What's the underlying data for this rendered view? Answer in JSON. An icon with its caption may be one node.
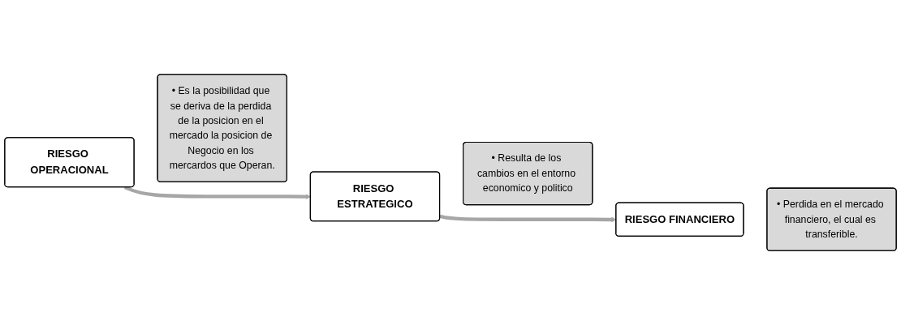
{
  "diagram": {
    "nodes": [
      {
        "text": [
          "RIESGO OPERACIONAL"
        ]
      },
      {
        "text": [
          "• Es la posibilidad que se deriva de la perdida de la posicion en el mercado la posicion de Negocio en los mercardos que Operan."
        ]
      },
      {
        "text": [
          "RIESGO ESTRATEGICO"
        ]
      },
      {
        "text": [
          "• Resulta de los cambios en el entorno economico y politico"
        ]
      },
      {
        "text": [
          "RIESGO FINANCIERO"
        ]
      },
      {
        "text": [
          "• Perdida en el mercado financiero, el cual es transferible."
        ]
      }
    ],
    "edges": [
      {
        "from": 0,
        "to": 2,
        "arrow": "to"
      },
      {
        "from": 2,
        "to": 4,
        "arrow": "to"
      }
    ]
  }
}
